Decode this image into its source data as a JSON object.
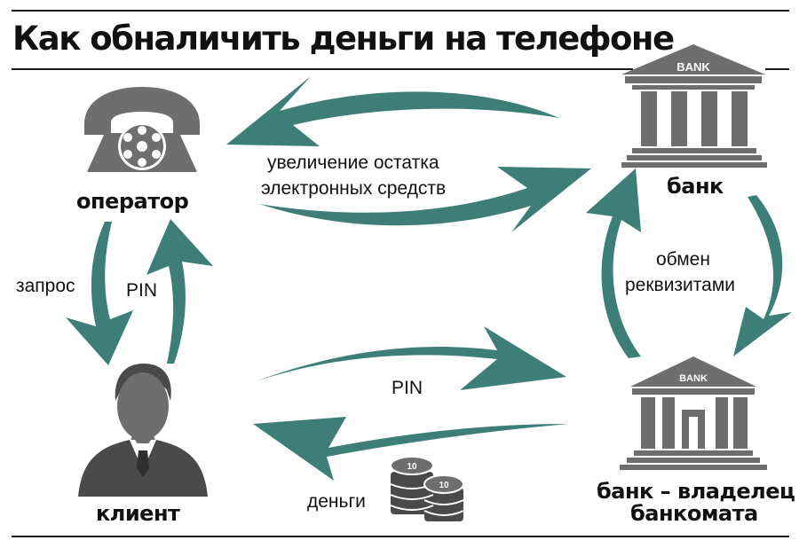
{
  "title": "Как обналичить деньги на телефоне",
  "nodes": {
    "operator": "оператор",
    "bank": "банк",
    "client": "клиент",
    "atm_bank_line1": "банк – владелец",
    "atm_bank_line2": "банкомата"
  },
  "edges": {
    "top_line1": "увеличение остатка",
    "top_line2": "электронных средств",
    "request": "запрос",
    "pin_left": "PIN",
    "pin_middle": "PIN",
    "exchange_line1": "обмен",
    "exchange_line2": "реквизитами",
    "money": "деньги"
  },
  "icons": {
    "bank_sign_top": "BANK",
    "bank_sign_bottom": "BANK",
    "coin_top": "10",
    "coin_bottom": "10"
  },
  "colors": {
    "arrow": "#3d7f78",
    "icon_gray": "#6e6e6e",
    "icon_dark": "#4a4a4a",
    "text": "#111111"
  }
}
